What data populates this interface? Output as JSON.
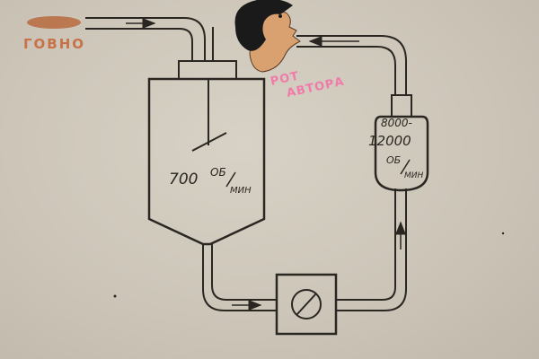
{
  "labels": {
    "left_label": "ГОВНО",
    "mouth_label_1": "РОТ",
    "mouth_label_2": "АВТОРА",
    "tank_speed_value": "700",
    "tank_speed_unit_top": "ОБ",
    "tank_speed_unit_bottom": "МИН",
    "centrifuge_speed_1": "8000-",
    "centrifuge_speed_2": "12000",
    "centrifuge_unit_top": "ОБ",
    "centrifuge_unit_bottom": "МИН"
  },
  "colors": {
    "ink": "#2a2622",
    "paper": "#cfc8bc",
    "left_label": "#c8724a",
    "mouth_label": "#f07aa8",
    "skin": "#d9a070",
    "hair": "#1a1a1a"
  }
}
